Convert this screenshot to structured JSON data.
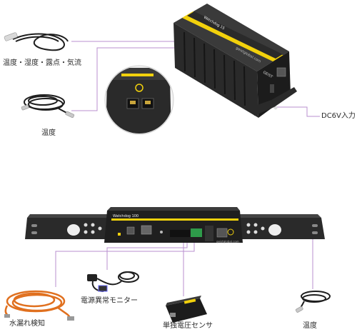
{
  "device_top": {
    "model": "Watchdog 15",
    "website": "geistglobal.com",
    "brand": "GEIST"
  },
  "device_bottom": {
    "model": "Watchdog 100",
    "website": "geistglobal.com"
  },
  "labels": {
    "temp_humidity_sensor": "温度・湿度・露点・気流",
    "temp_sensor_top": "温度",
    "power_input": "DC6V入力",
    "water_leak": "水漏れ検知",
    "power_monitor": "電源異常モニター",
    "voltage_sensor": "単独電圧センサ",
    "temp_sensor_bottom": "温度"
  },
  "colors": {
    "leader_line": "#b98fcf",
    "accent_yellow": "#f2d10c",
    "device_body": "#2a2a2a",
    "cable_orange": "#e0701f"
  }
}
